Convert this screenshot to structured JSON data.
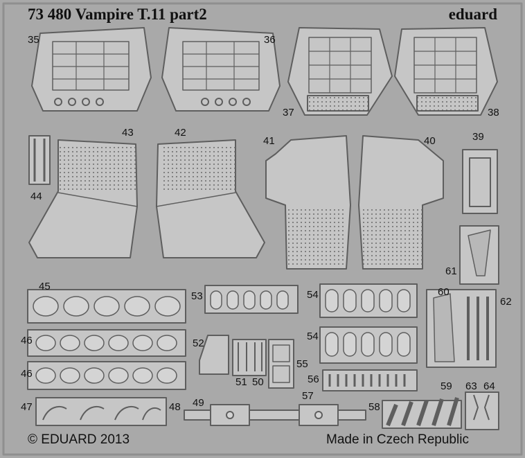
{
  "header": {
    "title": "73 480 Vampire T.11 part2",
    "brand": "eduard"
  },
  "footer": {
    "copyright": "© EDUARD 2013",
    "origin": "Made in Czech Republic"
  },
  "part_numbers": [
    "35",
    "36",
    "37",
    "38",
    "39",
    "40",
    "41",
    "42",
    "43",
    "44",
    "45",
    "46",
    "46",
    "47",
    "48",
    "49",
    "50",
    "51",
    "52",
    "53",
    "54",
    "54",
    "55",
    "56",
    "57",
    "58",
    "59",
    "60",
    "61",
    "62",
    "63",
    "64"
  ],
  "colors": {
    "fret": "#a9a9a9",
    "etch": "#c6c6c6",
    "outline": "#5e5e5e",
    "ink": "#111111"
  }
}
